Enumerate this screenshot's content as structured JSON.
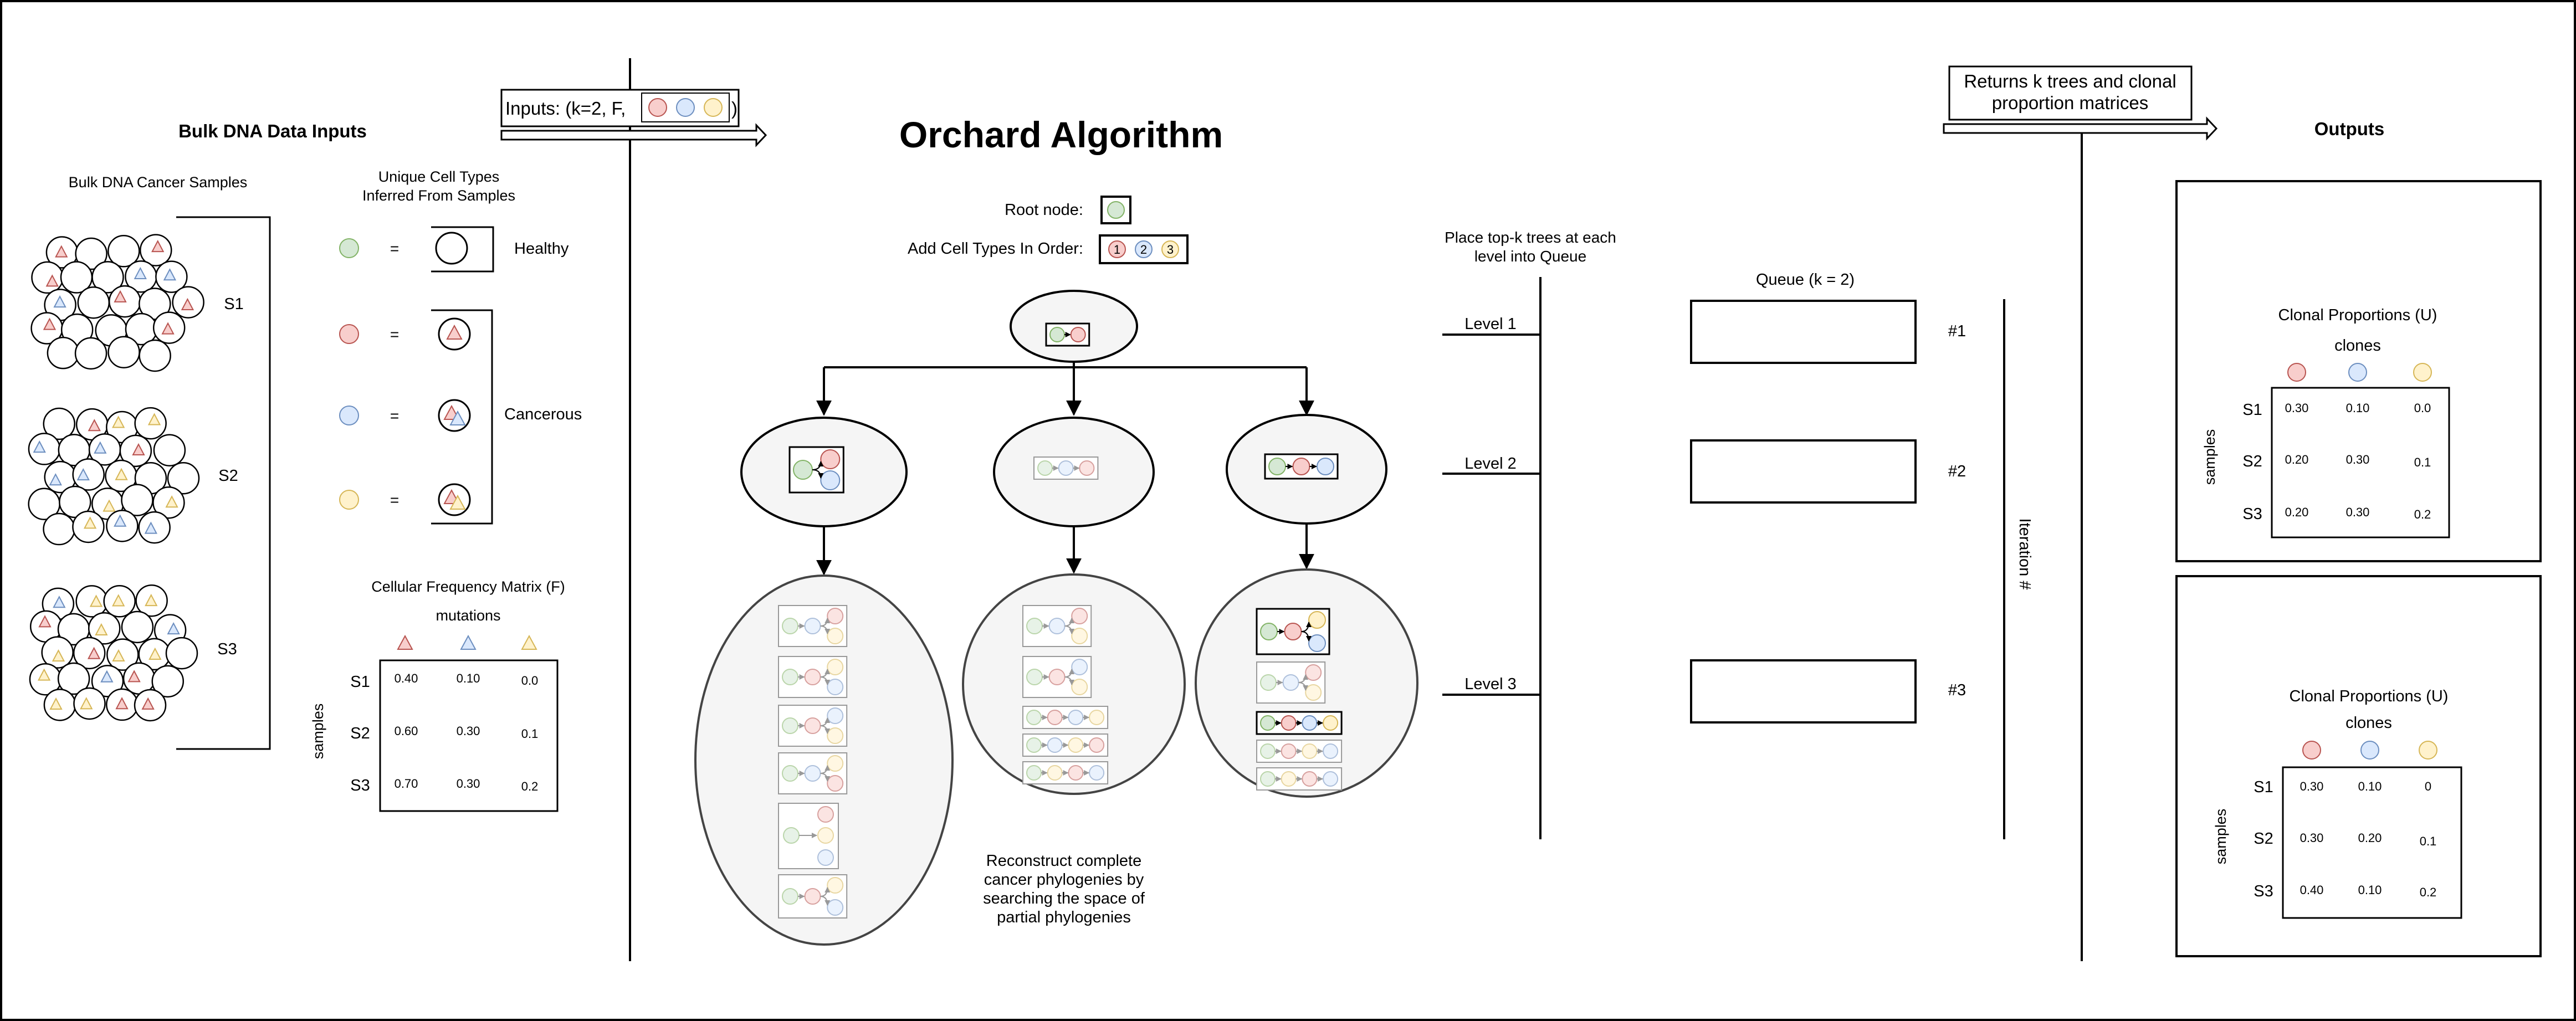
{
  "colors": {
    "green": "#d5e8d4",
    "green_stroke": "#82b366",
    "red": "#f8cecc",
    "red_stroke": "#b85450",
    "blue": "#dae8fc",
    "blue_stroke": "#6c8ebf",
    "yellow": "#fff2cc",
    "yellow_stroke": "#d6b656",
    "oval_fill": "#f5f5f5",
    "stroke": "#000000"
  },
  "left": {
    "title": "Bulk DNA Data Inputs",
    "samples_label": "Bulk DNA Cancer Samples",
    "sample_names": [
      "S1",
      "S2",
      "S3"
    ],
    "cell_types_title_1": "Unique Cell Types",
    "cell_types_title_2": "Inferred From Samples",
    "equals": "=",
    "healthy": "Healthy",
    "cancerous": "Cancerous",
    "freq_title": "Cellular Frequency Matrix (F)",
    "mutations": "mutations",
    "samples_axis": "samples",
    "rows": [
      "S1",
      "S2",
      "S3"
    ],
    "matrix": [
      [
        "0.40",
        "0.10",
        "0.0"
      ],
      [
        "0.60",
        "0.30",
        "0.1"
      ],
      [
        "0.70",
        "0.30",
        "0.2"
      ]
    ]
  },
  "inputs_label": "Inputs: (k=2, F,",
  "inputs_close": ")",
  "middle": {
    "title": "Orchard Algorithm",
    "root_node_label": "Root node:",
    "add_cell_types_label": "Add Cell Types In Order:",
    "order_numbers": [
      "1",
      "2",
      "3"
    ],
    "reconstruct_text": [
      "Reconstruct complete",
      "cancer phylogenies by",
      "searching the space of",
      "partial phylogenies"
    ]
  },
  "queue": {
    "place_text": [
      "Place top-k trees at each",
      "level into Queue"
    ],
    "levels": [
      "Level 1",
      "Level 2",
      "Level 3"
    ],
    "queue_title": "Queue (k = 2)",
    "iterations": [
      "#1",
      "#2",
      "#3"
    ],
    "iteration_label": "Iteration #"
  },
  "returns_text": [
    "Returns k trees and clonal",
    "proportion matrices"
  ],
  "outputs": {
    "title": "Outputs",
    "clonal_title": "Clonal Proportions (U)",
    "clones": "clones",
    "samples_axis": "samples",
    "rows": [
      "S1",
      "S2",
      "S3"
    ],
    "matrix1": [
      [
        "0.30",
        "0.10",
        "0.0"
      ],
      [
        "0.20",
        "0.30",
        "0.1"
      ],
      [
        "0.20",
        "0.30",
        "0.2"
      ]
    ],
    "matrix2": [
      [
        "0.30",
        "0.10",
        "0"
      ],
      [
        "0.30",
        "0.20",
        "0.1"
      ],
      [
        "0.40",
        "0.10",
        "0.2"
      ]
    ]
  }
}
